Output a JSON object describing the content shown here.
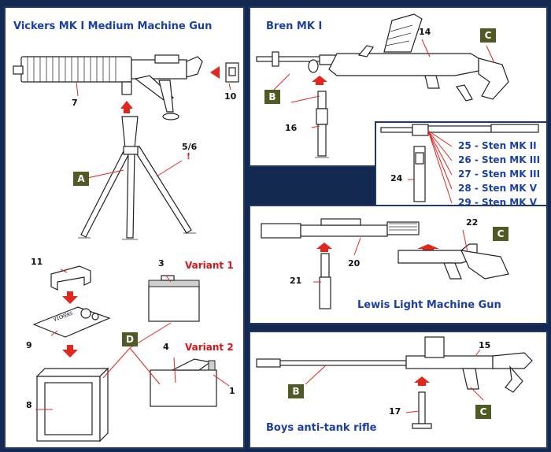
{
  "vickers": {
    "title": "Vickers MK I Medium Machine Gun",
    "labels": {
      "p7": "7",
      "p10": "10",
      "p56": "5/6",
      "bang": "!",
      "p11": "11",
      "p9": "9",
      "p8": "8",
      "p3": "3",
      "p4": "4",
      "p1": "1"
    },
    "variant1": "Variant 1",
    "variant2": "Variant 2",
    "tags": {
      "a": "A",
      "d": "D"
    },
    "plate_text": "VICKERS"
  },
  "bren": {
    "title": "Bren MK I",
    "labels": {
      "p14": "14",
      "p16": "16"
    },
    "tags": {
      "b": "B",
      "c": "C"
    }
  },
  "sten": {
    "label24": "24",
    "items": [
      {
        "num": "25",
        "name": "Sten MK II"
      },
      {
        "num": "26",
        "name": "Sten MK III"
      },
      {
        "num": "27",
        "name": "Sten MK III"
      },
      {
        "num": "28",
        "name": "Sten MK V"
      },
      {
        "num": "29",
        "name": "Sten MK V"
      }
    ]
  },
  "lewis": {
    "title": "Lewis Light Machine Gun",
    "labels": {
      "p20": "20",
      "p21": "21",
      "p22": "22"
    },
    "tags": {
      "c": "C"
    }
  },
  "boys": {
    "title": "Boys anti-tank rifle",
    "labels": {
      "p15": "15",
      "p17": "17"
    },
    "tags": {
      "b": "B",
      "c": "C"
    }
  },
  "colors": {
    "title_blue": "#1b3fa6",
    "variant_red": "#d8141b",
    "tag_olive": "#4f5a24",
    "arrow_red": "#e0281f",
    "frame_navy": "#13294f"
  }
}
